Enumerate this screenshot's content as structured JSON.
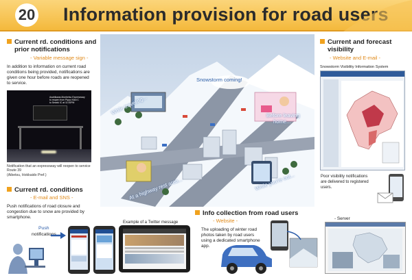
{
  "banner": {
    "number": "20",
    "title": "Information provision for road users"
  },
  "left_top": {
    "heading_line1": "Current rd. conditions and",
    "heading_line2": "prior notifications",
    "subheading": "- Variable message sign -",
    "body": [
      "In addition to information on current road",
      "conditions being provided, notifications are",
      "given one hour before roads are reopened",
      "to service."
    ],
    "sign_text": [
      "Asahikawa-Monbetsu Expressway",
      "to reopen from Pippu Kita IC",
      "to Seseki IC at 11:00PM"
    ],
    "caption": [
      "Notification that an expressway will reopen to service Route 39",
      "(Aibetsu, Hokkaido Pref.)"
    ]
  },
  "left_bottom": {
    "heading": "Current rd. conditions",
    "subheading": "- E-mail and SNS -",
    "body": [
      "Push notifications of road closure and",
      "congestion due to snow are provided by",
      "smartphone."
    ],
    "push_label": "Push",
    "push_label2": "notifications"
  },
  "twitter": {
    "caption": "Example of a Twitter message"
  },
  "center": {
    "snowstorm": "Snowstorm coming!",
    "while_traveling": "While traveling...",
    "before_leaving_1": "Before leaving",
    "before_leaving_2": "home...",
    "highway_rest": "At a highway rest area...",
    "while_out": "While you're out..."
  },
  "right_top": {
    "heading_line1": "Current and forecast",
    "heading_line2": "visibility",
    "subheading": "- Website and E-mail -",
    "system_title": "Snowstorm Visibility Information System",
    "body": [
      "Poor visibility notifications",
      "are delivered to registered",
      "users."
    ]
  },
  "bottom_mid": {
    "heading": "Info collection from road users",
    "subheading": "- Website -",
    "body": [
      "The uploading of winter road",
      "photos taken by road users",
      "using a dedicated smartphone",
      "app."
    ],
    "server": "- Server"
  },
  "colors": {
    "accent": "#f0a21e",
    "banner_top": "#fbd57a",
    "banner_bottom": "#f4b93c",
    "sub": "#e08a1a"
  }
}
